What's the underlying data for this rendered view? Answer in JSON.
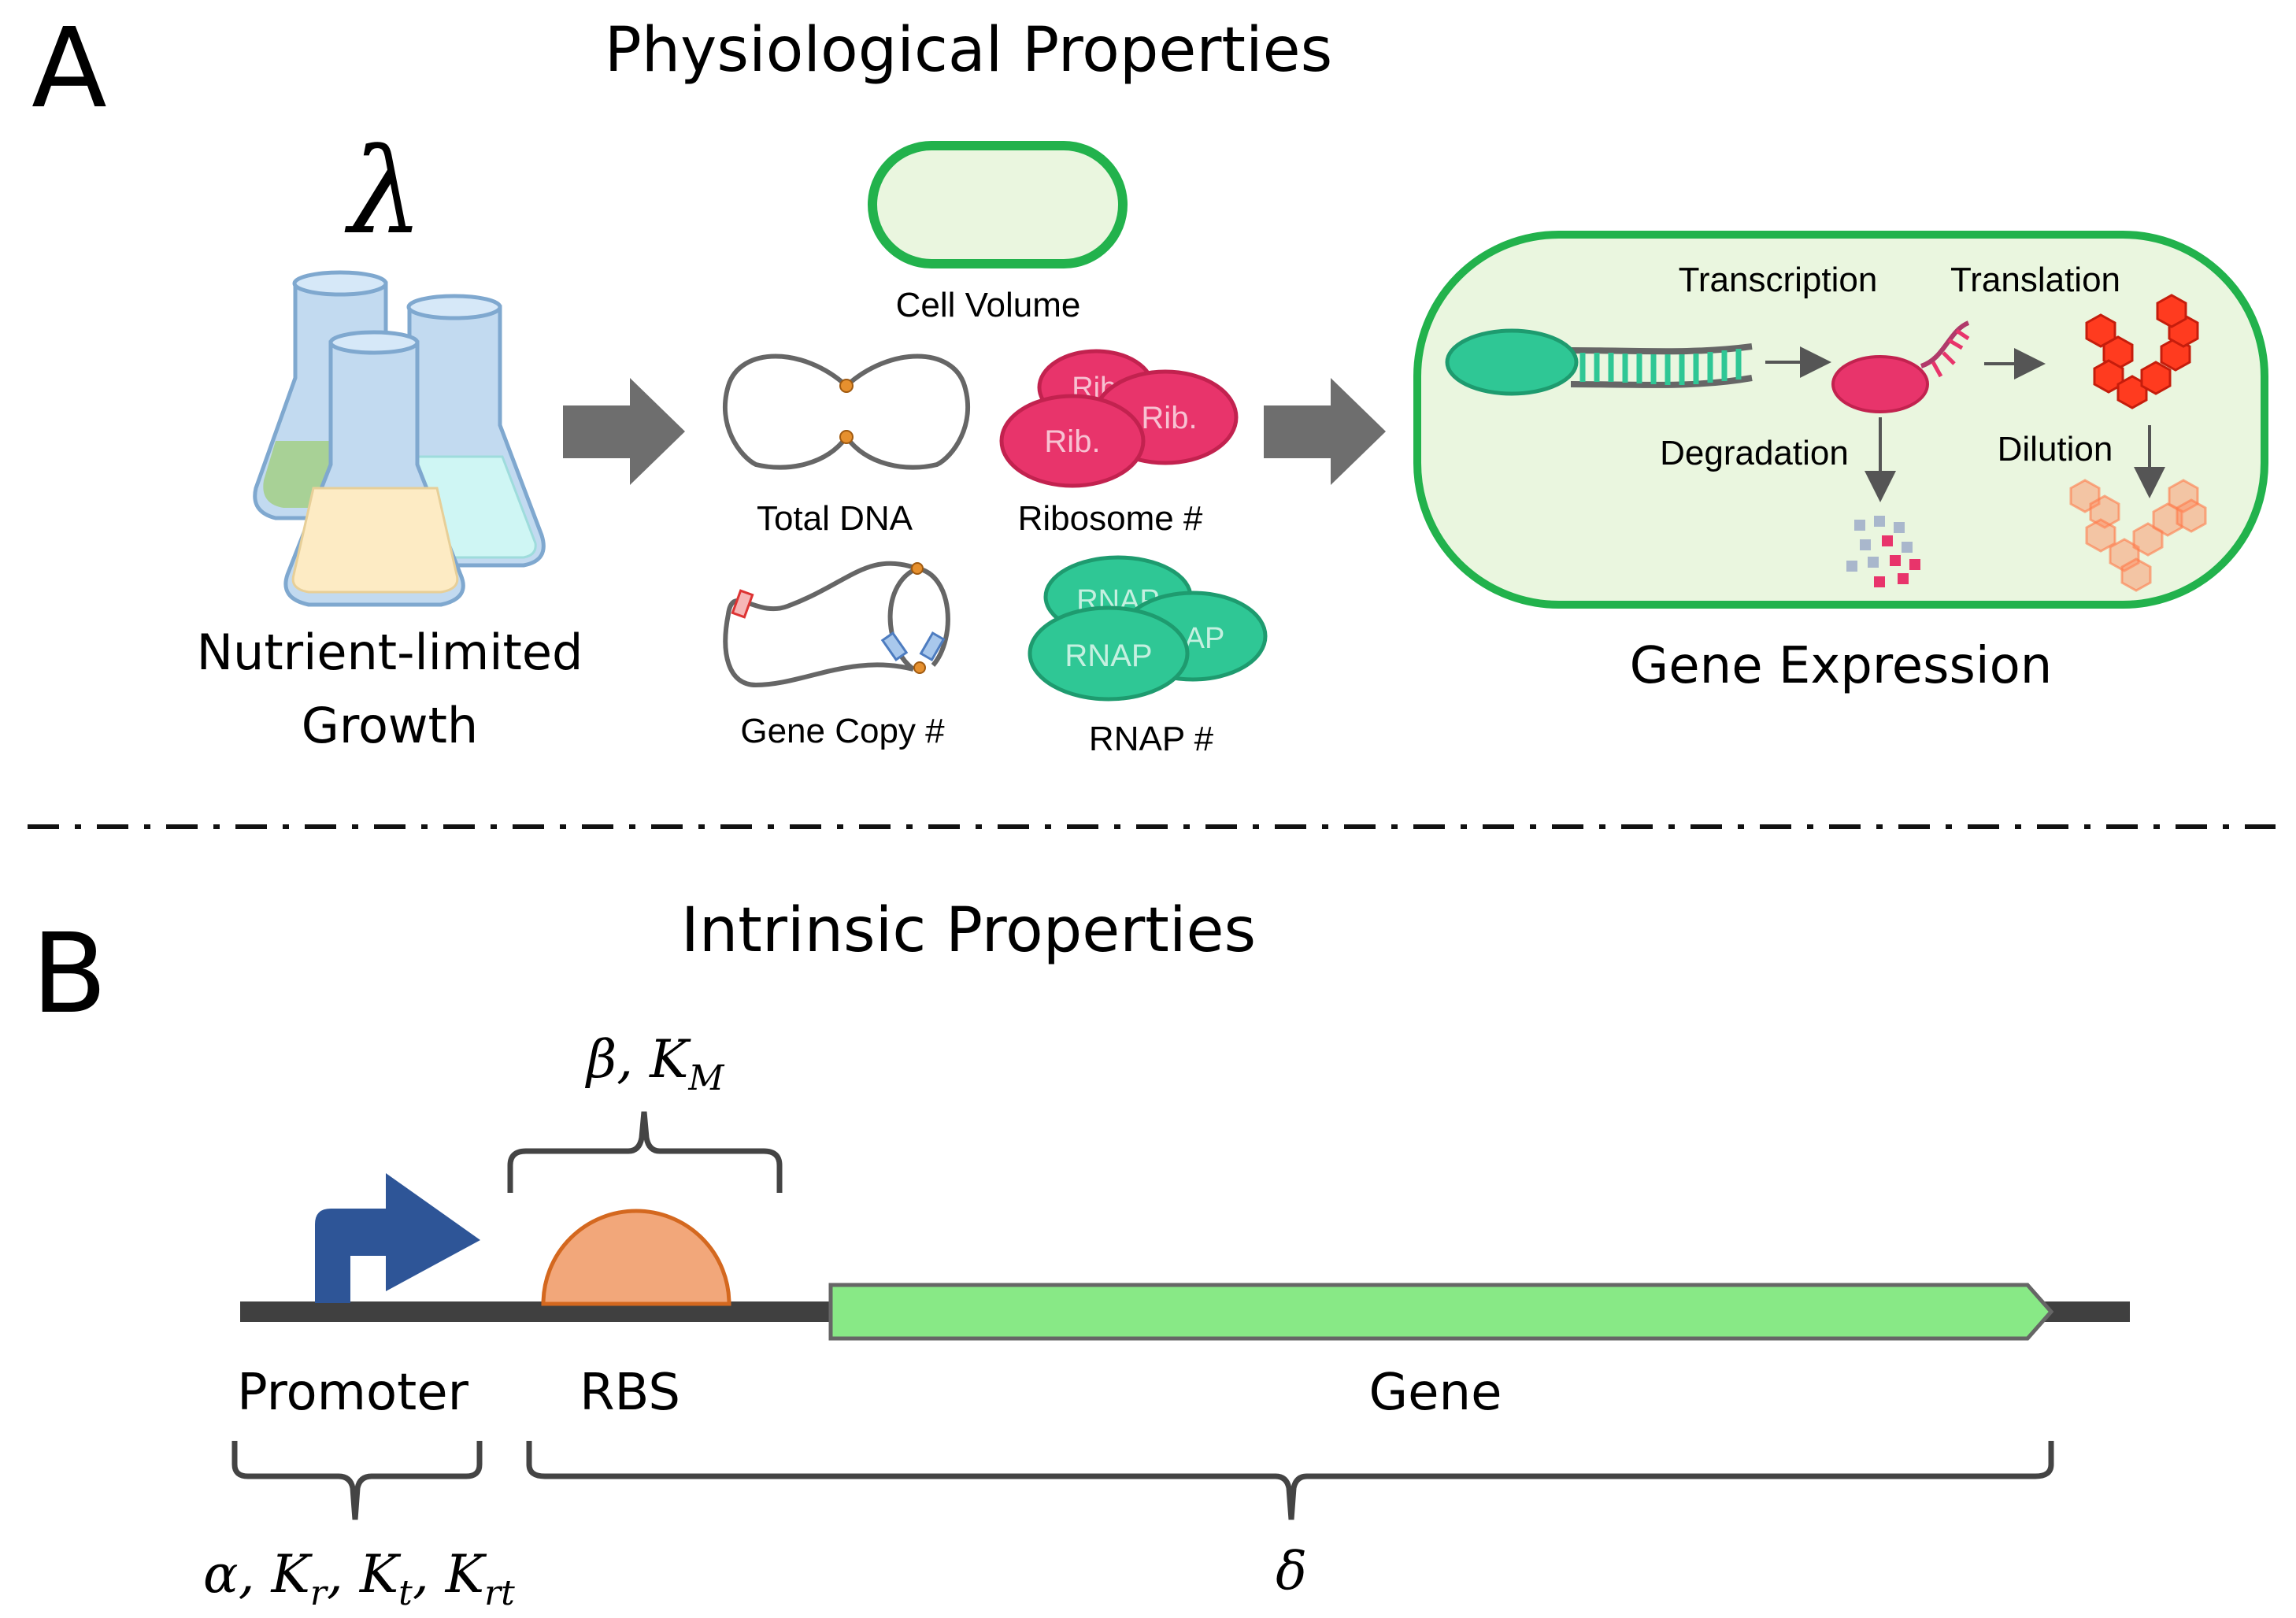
{
  "panel_a": {
    "letter": "A",
    "title": "Physiological Properties",
    "growth_symbol": "λ",
    "growth_label_line1": "Nutrient-limited",
    "growth_label_line2": "Growth",
    "cell_volume_label": "Cell Volume",
    "total_dna_label": "Total DNA",
    "ribosome_label": "Ribosome #",
    "ribosome_text_back": "Rib.",
    "ribosome_text_mid": "Rib.",
    "ribosome_text_front": "Rib.",
    "gene_copy_label": "Gene Copy #",
    "rnap_label": "RNAP #",
    "rnap_text_back": "RNAP",
    "rnap_text_mid": "AP",
    "rnap_text_front": "RNAP",
    "transcription_label": "Transcription",
    "translation_label": "Translation",
    "degradation_label": "Degradation",
    "dilution_label": "Dilution",
    "gene_expression_label": "Gene Expression"
  },
  "panel_b": {
    "letter": "B",
    "title": "Intrinsic Properties",
    "rbs_params": "β, K",
    "rbs_params_sub": "M",
    "promoter_label": "Promoter",
    "rbs_label": "RBS",
    "gene_label": "Gene",
    "promoter_params_a": "α, K",
    "promoter_params_sub_r": "r",
    "promoter_params_b": ", K",
    "promoter_params_sub_t": "t",
    "promoter_params_c": ", K",
    "promoter_params_sub_rt": "rt",
    "gene_param": "δ"
  },
  "colors": {
    "cell_fill": "#eaf6df",
    "cell_stroke": "#22b24c",
    "ribosome": "#e8346b",
    "rnap": "#2fc795",
    "arrow_gray": "#666666",
    "promoter_blue": "#2e5597",
    "rbs_orange": "#f2a77a",
    "gene_green": "#88e986",
    "protein_red": "#ff3b1f"
  }
}
